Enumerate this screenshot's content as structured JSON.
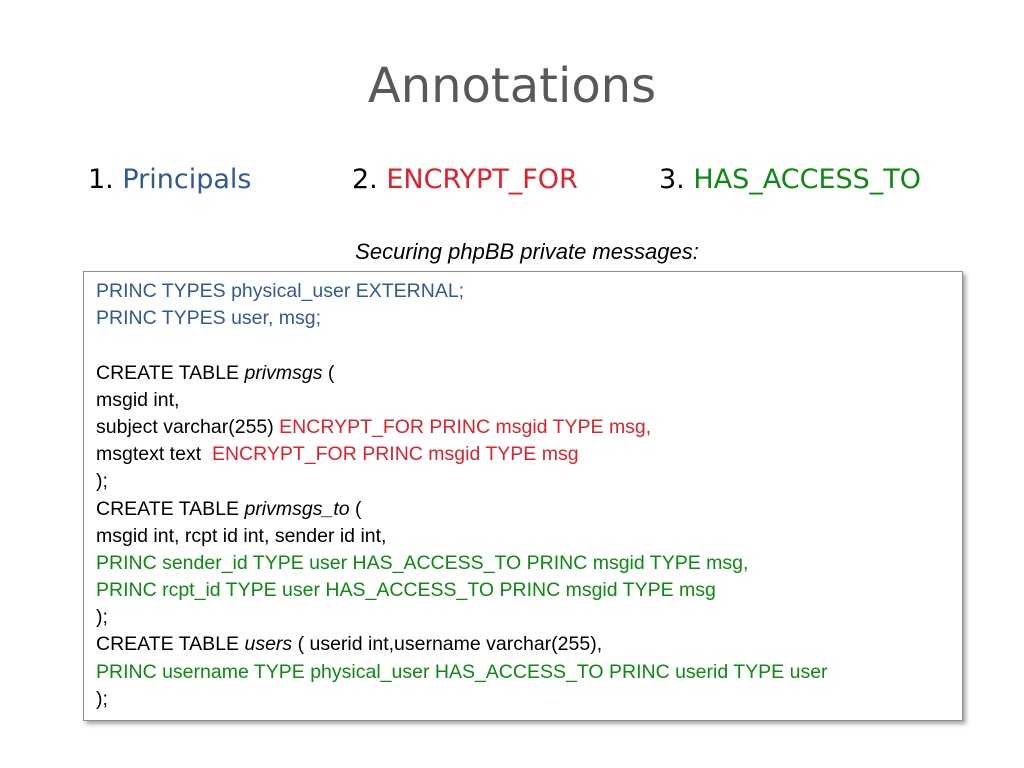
{
  "title": "Annotations",
  "items": [
    {
      "num": "1. ",
      "label": "Principals",
      "color": "#2f5a94"
    },
    {
      "num": "2. ",
      "label": "ENCRYPT_FOR",
      "color": "#e0212b"
    },
    {
      "num": "3. ",
      "label": "HAS_ACCESS_TO",
      "color": "#0d8a12"
    }
  ],
  "subtitle": "Securing phpBB private messages:",
  "code": {
    "l1": "PRINC TYPES physical_user EXTERNAL;",
    "l2": "PRINC TYPES user, msg;",
    "l3_pre": "CREATE TABLE ",
    "l3_it": "privmsgs",
    "l3_post": " (",
    "l4": "msgid int,",
    "l5_a": "subject varchar(255) ",
    "l5_b": "ENCRYPT_FOR PRINC msgid TYPE msg,",
    "l6_a": "msgtext text  ",
    "l6_b": "ENCRYPT_FOR PRINC msgid TYPE msg",
    "l7": ");",
    "l8_pre": "CREATE TABLE ",
    "l8_it": "privmsgs_to",
    "l8_post": " (",
    "l9": "msgid int, rcpt id int, sender id int,",
    "l10": "PRINC sender_id TYPE user HAS_ACCESS_TO PRINC msgid TYPE msg,",
    "l11": "PRINC rcpt_id TYPE user HAS_ACCESS_TO PRINC msgid TYPE msg",
    "l12": ");",
    "l13_pre": "CREATE TABLE ",
    "l13_it": "users",
    "l13_post": " ( userid int,username varchar(255),",
    "l14": "PRINC username TYPE physical_user HAS_ACCESS_TO PRINC userid TYPE user",
    "l15": ");"
  }
}
